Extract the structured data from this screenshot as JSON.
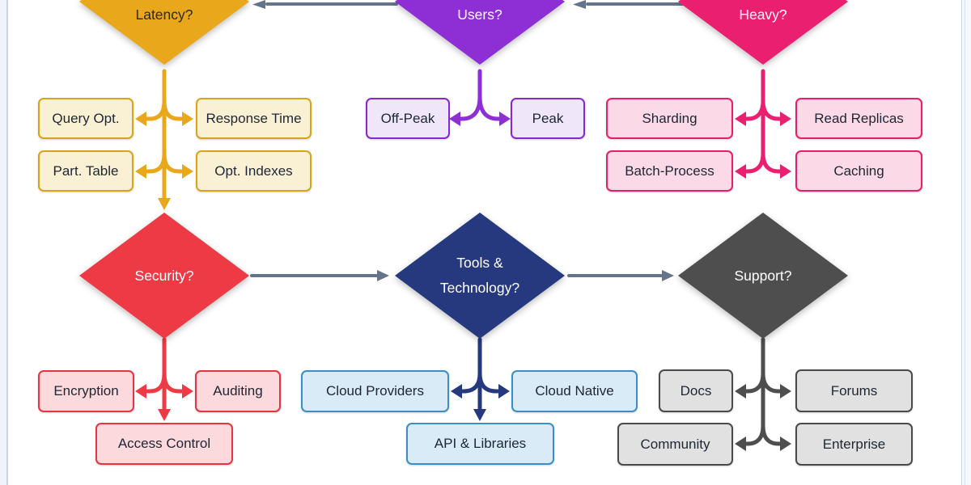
{
  "colors": {
    "slate": "#64748b",
    "yellow": "#e9a71c",
    "yellow_box_bg": "#faf1d5",
    "yellow_box_border": "#d8a41b",
    "purple": "#8e2fd6",
    "purple_box_bg": "#f0e6fa",
    "purple_box_border": "#8727cf",
    "pink": "#eb1f70",
    "pink_box_bg": "#fbd9e7",
    "pink_box_border": "#e81e66",
    "red": "#ee3a44",
    "red_box_bg": "#fbd9dc",
    "red_box_border": "#e53540",
    "navy": "#27397e",
    "blue_box_bg": "#d8ebf6",
    "blue_box_border": "#3d8ec6",
    "gray": "#4e4e4e",
    "gray_box_bg": "#e1e1e1",
    "gray_box_border": "#4a4a4a"
  },
  "diamonds": {
    "latency": {
      "label": "Latency?"
    },
    "users": {
      "label": "Users?"
    },
    "heavy": {
      "label": "Heavy?"
    },
    "security": {
      "label": "Security?"
    },
    "tools": {
      "line1": "Tools &",
      "line2": "Technology?"
    },
    "support": {
      "label": "Support?"
    }
  },
  "boxes": {
    "query_opt": "Query Opt.",
    "response_time": "Response Time",
    "part_table": "Part. Table",
    "opt_indexes": "Opt. Indexes",
    "off_peak": "Off-Peak",
    "peak": "Peak",
    "sharding": "Sharding",
    "read_replicas": "Read Replicas",
    "batch_process": "Batch-Process",
    "caching": "Caching",
    "encryption": "Encryption",
    "auditing": "Auditing",
    "access_control": "Access Control",
    "cloud_providers": "Cloud Providers",
    "cloud_native": "Cloud Native",
    "api_libraries": "API & Libraries",
    "docs": "Docs",
    "forums": "Forums",
    "community": "Community",
    "enterprise": "Enterprise"
  }
}
